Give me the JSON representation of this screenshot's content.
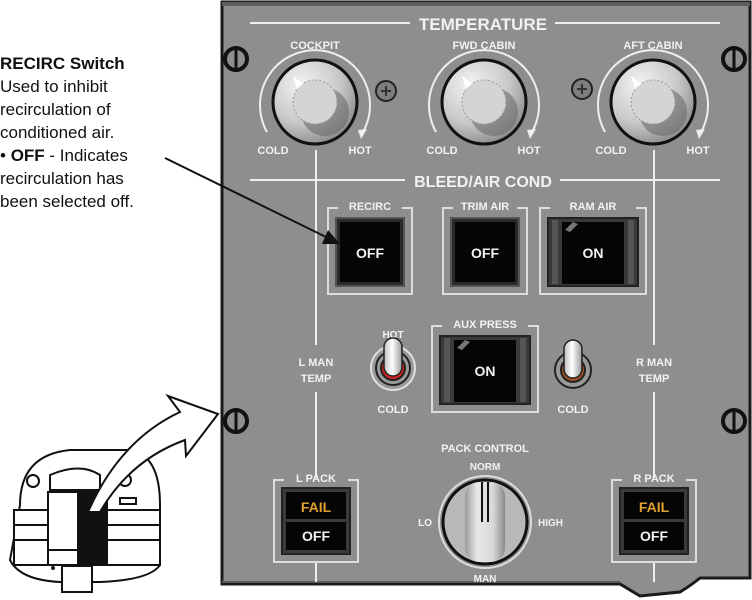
{
  "callout": {
    "title": "RECIRC Switch",
    "line1": "Used to inhibit",
    "line2": "recirculation of",
    "line3": "conditioned air.",
    "bullet_term": "OFF",
    "bullet_rest": " - Indicates",
    "line5": "recirculation has",
    "line6": "been selected off."
  },
  "panel": {
    "temperature_header": "TEMPERATURE",
    "bleed_header": "BLEED/AIR COND",
    "knobs": [
      {
        "label": "COCKPIT",
        "cold": "COLD",
        "hot": "HOT"
      },
      {
        "label": "FWD CABIN",
        "cold": "COLD",
        "hot": "HOT"
      },
      {
        "label": "AFT CABIN",
        "cold": "COLD",
        "hot": "HOT"
      }
    ],
    "switches": [
      {
        "label": "RECIRC",
        "state": "OFF"
      },
      {
        "label": "TRIM AIR",
        "state": "OFF"
      },
      {
        "label": "RAM AIR",
        "state": "ON"
      },
      {
        "label": "AUX PRESS",
        "state": "ON"
      }
    ],
    "l_man_temp": {
      "line1": "L MAN",
      "line2": "TEMP",
      "hot": "HOT",
      "cold": "COLD"
    },
    "r_man_temp": {
      "line1": "R MAN",
      "line2": "TEMP",
      "cold": "COLD"
    },
    "l_pack": {
      "label": "L PACK",
      "fail": "FAIL",
      "off": "OFF"
    },
    "r_pack": {
      "label": "R PACK",
      "fail": "FAIL",
      "off": "OFF"
    },
    "pack_control": {
      "label": "PACK CONTROL",
      "norm": "NORM",
      "lo": "LO",
      "high": "HIGH",
      "man": "MAN"
    }
  },
  "colors": {
    "panel": "#8e8e90",
    "fail_amber": "#e0a030",
    "toggle_red": "#d62020",
    "toggle_brown": "#a0502a"
  }
}
